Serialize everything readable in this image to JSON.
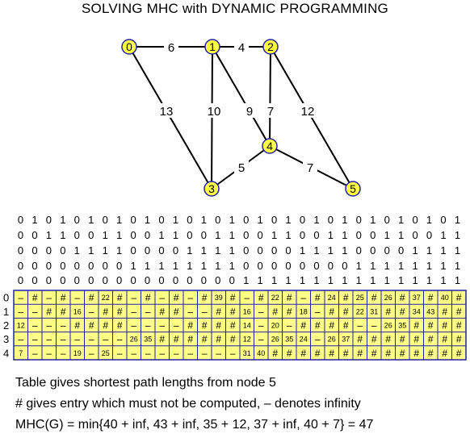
{
  "title": "SOLVING MHC with DYNAMIC PROGRAMMING",
  "colors": {
    "node_fill": "#ffff44",
    "node_stroke": "#2222aa",
    "table_fill": "#ffff88",
    "table_border": "#2222aa"
  },
  "graph": {
    "nodes": [
      {
        "id": "0",
        "label": "0"
      },
      {
        "id": "1",
        "label": "1"
      },
      {
        "id": "2",
        "label": "2"
      },
      {
        "id": "3",
        "label": "3"
      },
      {
        "id": "4",
        "label": "4"
      },
      {
        "id": "5",
        "label": "5"
      }
    ],
    "edges": [
      {
        "from": "0",
        "to": "1",
        "weight": "6"
      },
      {
        "from": "1",
        "to": "2",
        "weight": "4"
      },
      {
        "from": "0",
        "to": "3",
        "weight": "13"
      },
      {
        "from": "1",
        "to": "3",
        "weight": "10"
      },
      {
        "from": "1",
        "to": "4",
        "weight": "9"
      },
      {
        "from": "2",
        "to": "4",
        "weight": "7"
      },
      {
        "from": "2",
        "to": "5",
        "weight": "12"
      },
      {
        "from": "3",
        "to": "4",
        "weight": "5"
      },
      {
        "from": "4",
        "to": "5",
        "weight": "7"
      }
    ]
  },
  "bit_rows": [
    "01010101010101010101010101010101",
    "00110011001100110011001100110011",
    "00001111000011110000111100001111",
    "00000000111111110000000011111111",
    "00000000000000001111111111111111"
  ],
  "table": {
    "row_labels": [
      "0",
      "1",
      "2",
      "3",
      "4"
    ],
    "rows": [
      [
        "–",
        "#",
        "–",
        "#",
        "–",
        "#",
        "22",
        "#",
        "–",
        "#",
        "–",
        "#",
        "–",
        "#",
        "39",
        "#",
        "–",
        "#",
        "22",
        "#",
        "–",
        "#",
        "24",
        "#",
        "25",
        "#",
        "26",
        "#",
        "37",
        "#",
        "40",
        "#"
      ],
      [
        "–",
        "–",
        "#",
        "#",
        "16",
        "–",
        "#",
        "#",
        "–",
        "–",
        "#",
        "#",
        "–",
        "–",
        "#",
        "#",
        "16",
        "–",
        "#",
        "#",
        "18",
        "–",
        "#",
        "#",
        "22",
        "31",
        "#",
        "#",
        "34",
        "43",
        "#",
        "#"
      ],
      [
        "12",
        "–",
        "–",
        "–",
        "#",
        "#",
        "#",
        "#",
        "–",
        "–",
        "–",
        "–",
        "#",
        "#",
        "#",
        "#",
        "14",
        "–",
        "20",
        "–",
        "#",
        "#",
        "#",
        "#",
        "–",
        "–",
        "26",
        "35",
        "#",
        "#",
        "#",
        "#"
      ],
      [
        "–",
        "–",
        "–",
        "–",
        "–",
        "–",
        "–",
        "–",
        "26",
        "35",
        "#",
        "#",
        "#",
        "#",
        "#",
        "#",
        "12",
        "–",
        "26",
        "35",
        "24",
        "–",
        "26",
        "37",
        "#",
        "#",
        "#",
        "#",
        "#",
        "#",
        "#",
        "#"
      ],
      [
        "7",
        "–",
        "–",
        "–",
        "19",
        "–",
        "25",
        "–",
        "–",
        "–",
        "–",
        "–",
        "–",
        "–",
        "–",
        "–",
        "31",
        "40",
        "#",
        "#",
        "#",
        "#",
        "#",
        "#",
        "#",
        "#",
        "#",
        "#",
        "#",
        "#",
        "#",
        "#"
      ]
    ]
  },
  "notes": [
    "Table gives shortest path lengths from node 5",
    "# gives entry which must not be computed, – denotes infinity",
    "MHC(G) = min{40 + inf, 43 + inf, 35 + 12, 37 + inf, 40 + 7} = 47"
  ]
}
